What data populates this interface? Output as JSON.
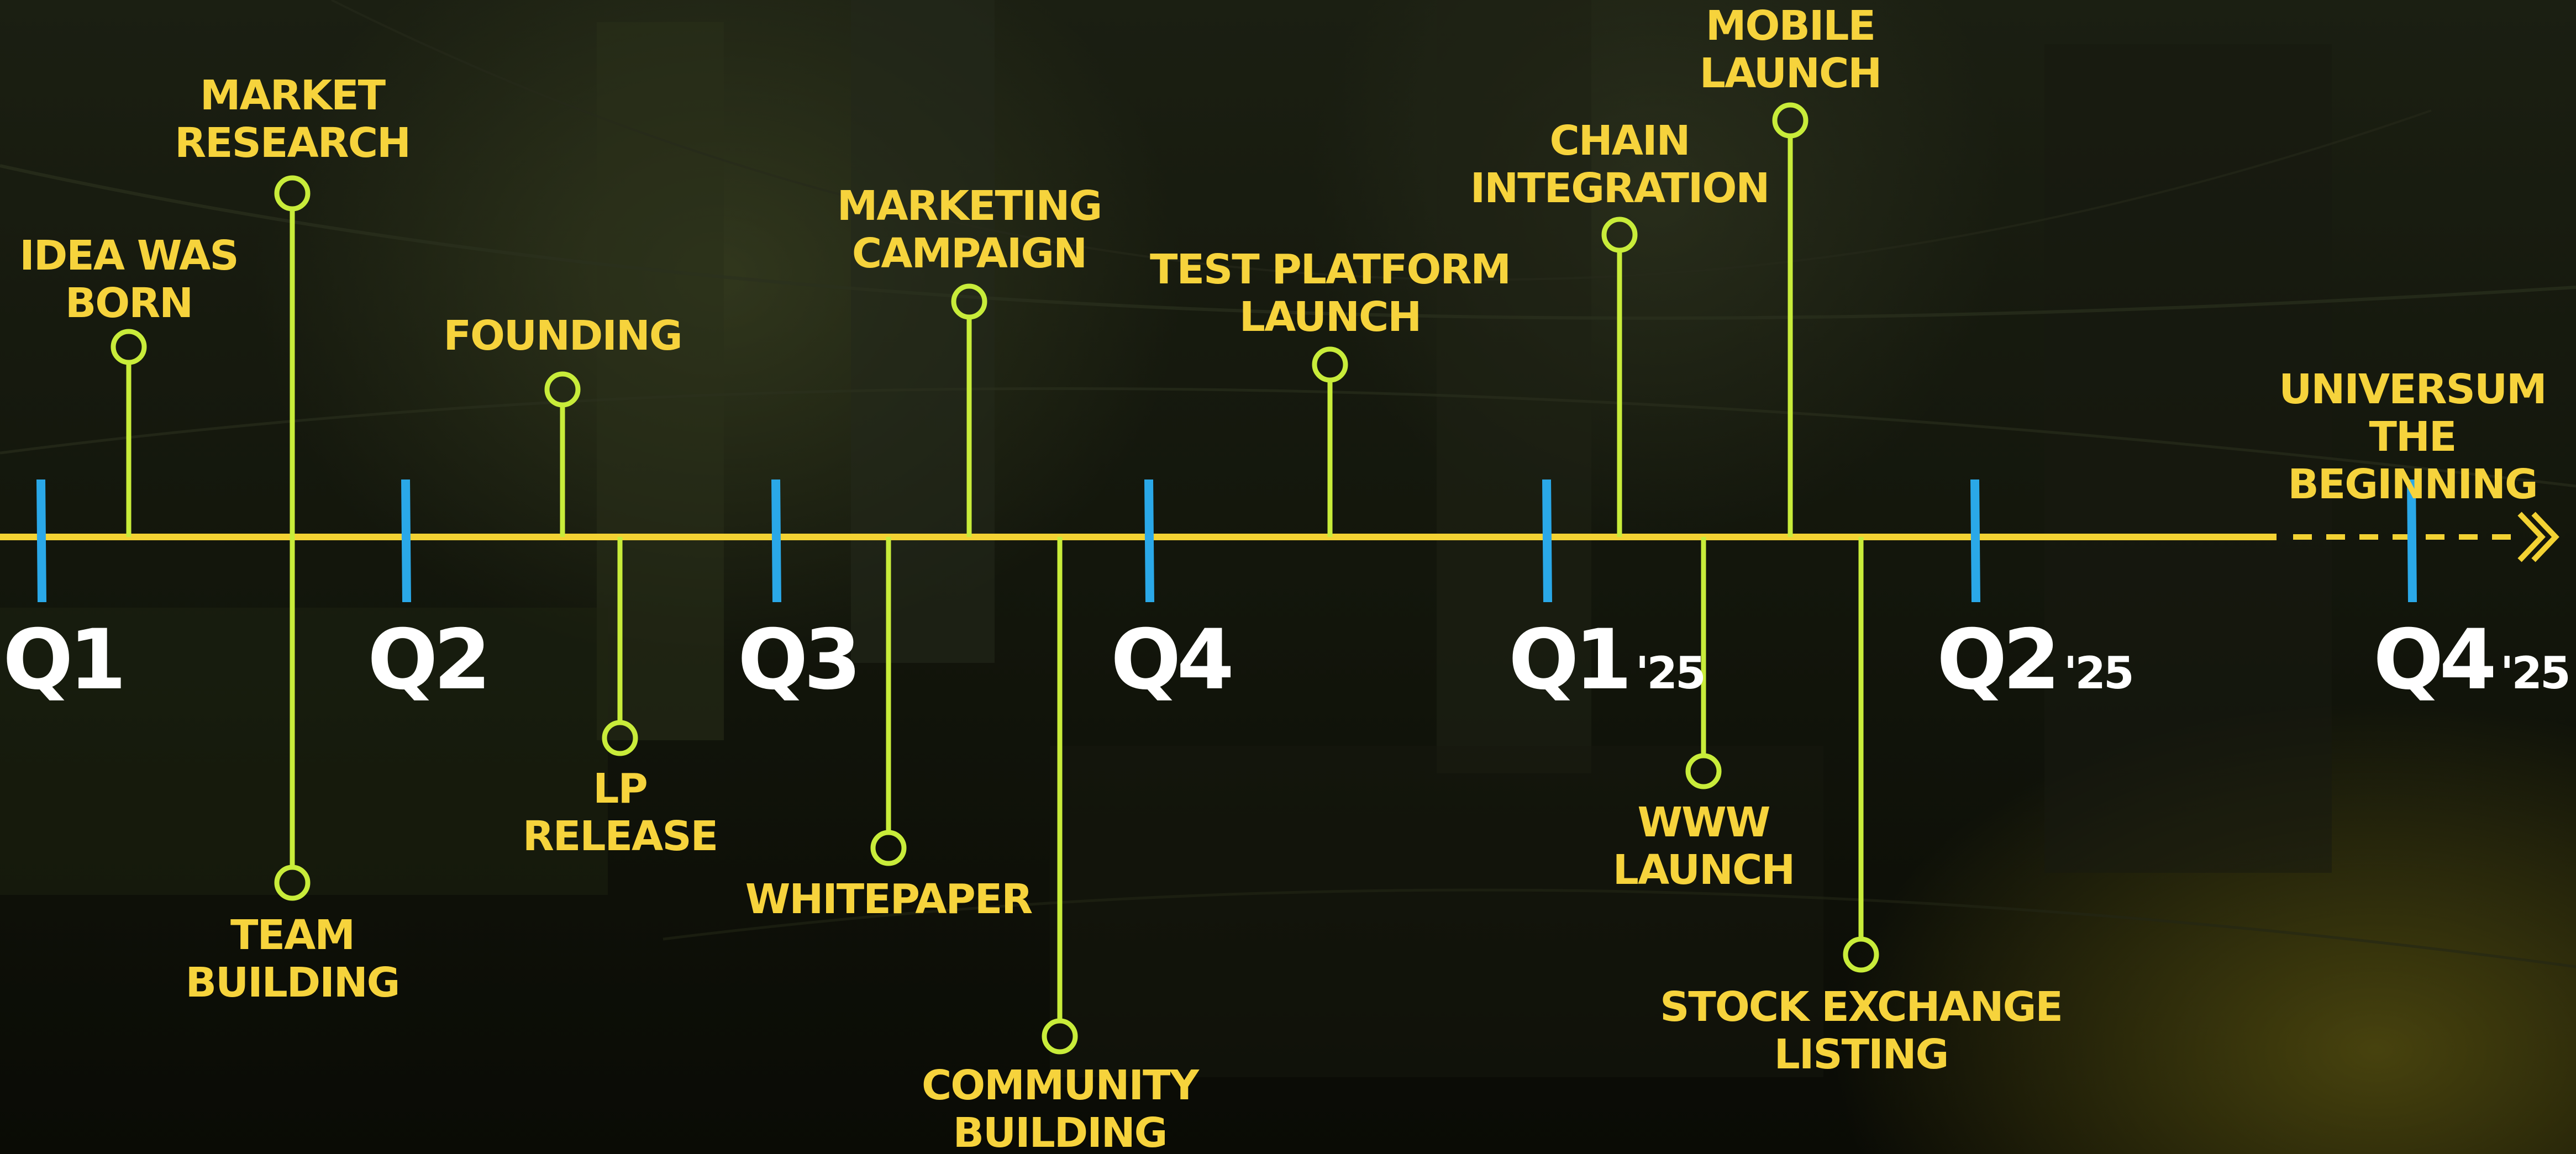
{
  "colors": {
    "axis": "#f3d233",
    "stem": "#c8ec3a",
    "quarter_marker": "#2aa8e8",
    "label_text": "#f6d33c",
    "quarter_text": "#ffffff"
  },
  "quarters": [
    {
      "label": "Q1",
      "year": ""
    },
    {
      "label": "Q2",
      "year": ""
    },
    {
      "label": "Q3",
      "year": ""
    },
    {
      "label": "Q4",
      "year": ""
    },
    {
      "label": "Q1",
      "year": "'25"
    },
    {
      "label": "Q2",
      "year": "'25"
    },
    {
      "label": "Q4",
      "year": "'25"
    }
  ],
  "milestones": [
    {
      "id": "idea-was-born",
      "label": "IDEA WAS\nBORN",
      "side": "above"
    },
    {
      "id": "market-research",
      "label": "MARKET\nRESEARCH",
      "side": "above"
    },
    {
      "id": "team-building",
      "label": "TEAM\nBUILDING",
      "side": "below"
    },
    {
      "id": "founding",
      "label": "FOUNDING",
      "side": "above"
    },
    {
      "id": "lp-release",
      "label": "LP\nRELEASE",
      "side": "below"
    },
    {
      "id": "whitepaper",
      "label": "WHITEPAPER",
      "side": "below"
    },
    {
      "id": "marketing-campaign",
      "label": "MARKETING\nCAMPAIGN",
      "side": "above"
    },
    {
      "id": "community-building",
      "label": "COMMUNITY\nBUILDING",
      "side": "below"
    },
    {
      "id": "test-platform-launch",
      "label": "TEST PLATFORM\nLAUNCH",
      "side": "above"
    },
    {
      "id": "chain-integration",
      "label": "CHAIN\nINTEGRATION",
      "side": "above"
    },
    {
      "id": "www-launch",
      "label": "WWW\nLAUNCH",
      "side": "below"
    },
    {
      "id": "mobile-launch",
      "label": "MOBILE\nLAUNCH",
      "side": "above"
    },
    {
      "id": "stock-exchange-listing",
      "label": "STOCK EXCHANGE\nLISTING",
      "side": "below"
    },
    {
      "id": "universum-the-beginning",
      "label": "UNIVERSUM\nTHE BEGINNING",
      "side": "above"
    }
  ],
  "end_arrow": {
    "style": "dashed",
    "icon": "double-chevron-right-icon"
  }
}
